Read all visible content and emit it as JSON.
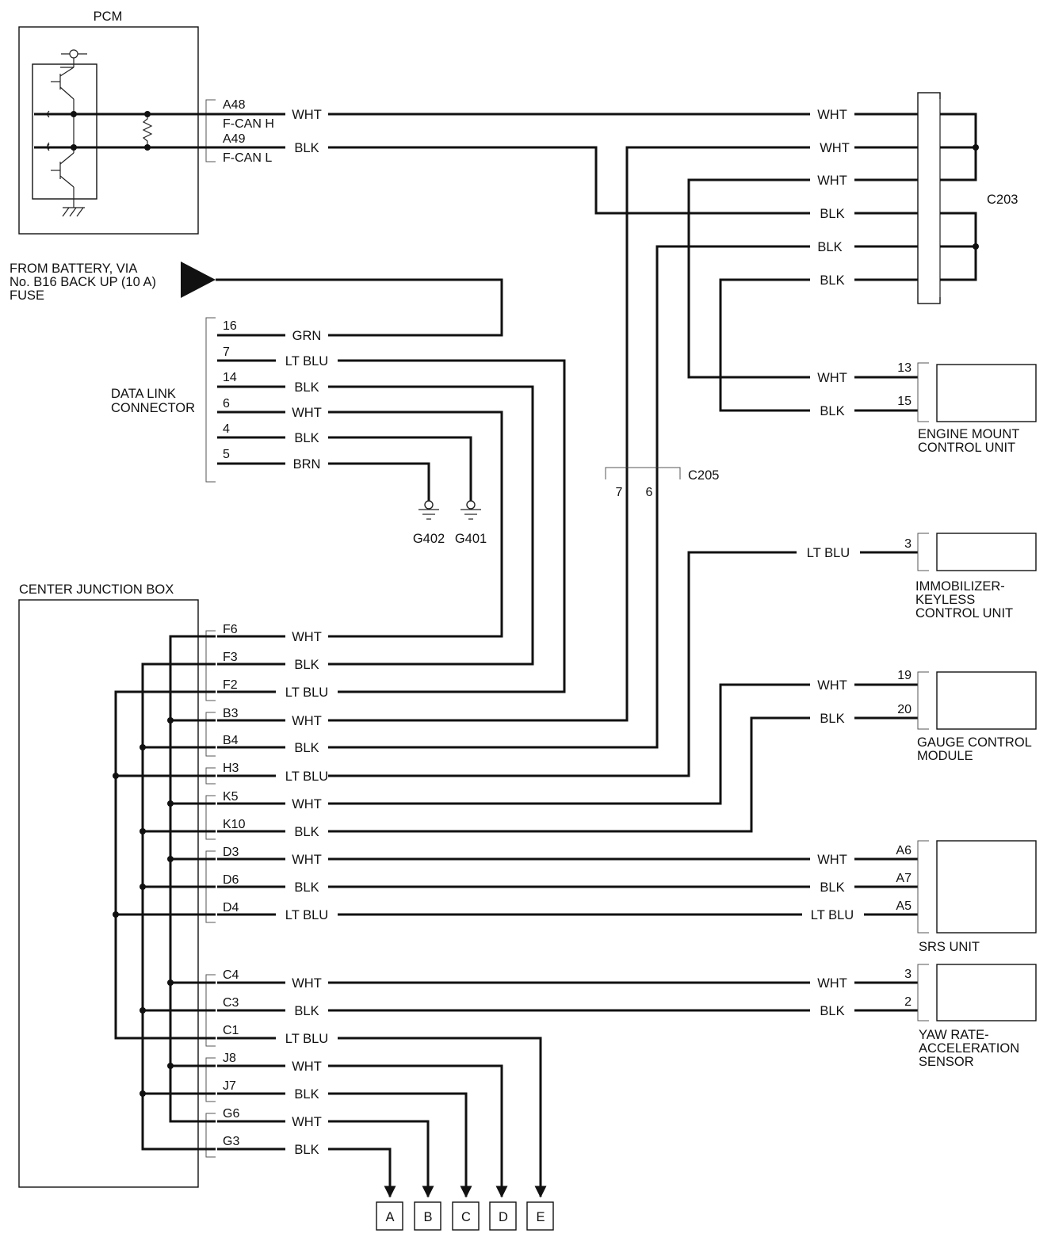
{
  "pcm": {
    "label": "PCM",
    "pins": [
      {
        "num": "A48",
        "name": "F-CAN H",
        "color": "WHT"
      },
      {
        "num": "A49",
        "name": "F-CAN L",
        "color": "BLK"
      }
    ]
  },
  "c203": {
    "label": "C203",
    "wires": [
      "WHT",
      "WHT",
      "WHT",
      "BLK",
      "BLK",
      "BLK"
    ]
  },
  "battery": {
    "line1": "FROM BATTERY, VIA",
    "line2": "No. B16 BACK UP (10 A)",
    "line3": "FUSE"
  },
  "dlc": {
    "line1": "DATA LINK",
    "line2": "CONNECTOR",
    "pins": [
      {
        "num": "16",
        "color": "GRN"
      },
      {
        "num": "7",
        "color": "LT BLU"
      },
      {
        "num": "14",
        "color": "BLK"
      },
      {
        "num": "6",
        "color": "WHT"
      },
      {
        "num": "4",
        "color": "BLK"
      },
      {
        "num": "5",
        "color": "BRN"
      }
    ]
  },
  "grounds": [
    "G402",
    "G401"
  ],
  "c205": {
    "label": "C205",
    "pins": [
      "7",
      "6"
    ]
  },
  "engine_mount": {
    "line1": "ENGINE MOUNT",
    "line2": "CONTROL UNIT",
    "pins": [
      {
        "num": "13",
        "color": "WHT"
      },
      {
        "num": "15",
        "color": "BLK"
      }
    ]
  },
  "immobilizer": {
    "line1": "IMMOBILIZER-",
    "line2": "KEYLESS",
    "line3": "CONTROL UNIT",
    "pins": [
      {
        "num": "3",
        "color": "LT BLU"
      }
    ]
  },
  "gauge": {
    "line1": "GAUGE CONTROL",
    "line2": "MODULE",
    "pins": [
      {
        "num": "19",
        "color": "WHT"
      },
      {
        "num": "20",
        "color": "BLK"
      }
    ]
  },
  "srs": {
    "label": "SRS UNIT",
    "pins": [
      {
        "num": "A6",
        "color": "WHT"
      },
      {
        "num": "A7",
        "color": "BLK"
      },
      {
        "num": "A5",
        "color": "LT BLU"
      }
    ]
  },
  "yaw": {
    "line1": "YAW RATE-",
    "line2": "ACCELERATION",
    "line3": "SENSOR",
    "pins": [
      {
        "num": "3",
        "color": "WHT"
      },
      {
        "num": "2",
        "color": "BLK"
      }
    ]
  },
  "cjb": {
    "label": "CENTER JUNCTION BOX",
    "pins": [
      {
        "num": "F6",
        "color": "WHT"
      },
      {
        "num": "F3",
        "color": "BLK"
      },
      {
        "num": "F2",
        "color": "LT BLU"
      },
      {
        "num": "B3",
        "color": "WHT"
      },
      {
        "num": "B4",
        "color": "BLK"
      },
      {
        "num": "H3",
        "color": "LT BLU"
      },
      {
        "num": "K5",
        "color": "WHT"
      },
      {
        "num": "K10",
        "color": "BLK"
      },
      {
        "num": "D3",
        "color": "WHT"
      },
      {
        "num": "D6",
        "color": "BLK"
      },
      {
        "num": "D4",
        "color": "LT BLU"
      },
      {
        "num": "C4",
        "color": "WHT"
      },
      {
        "num": "C3",
        "color": "BLK"
      },
      {
        "num": "C1",
        "color": "LT BLU"
      },
      {
        "num": "J8",
        "color": "WHT"
      },
      {
        "num": "J7",
        "color": "BLK"
      },
      {
        "num": "G6",
        "color": "WHT"
      },
      {
        "num": "G3",
        "color": "BLK"
      }
    ]
  },
  "continuations": [
    "A",
    "B",
    "C",
    "D",
    "E"
  ]
}
